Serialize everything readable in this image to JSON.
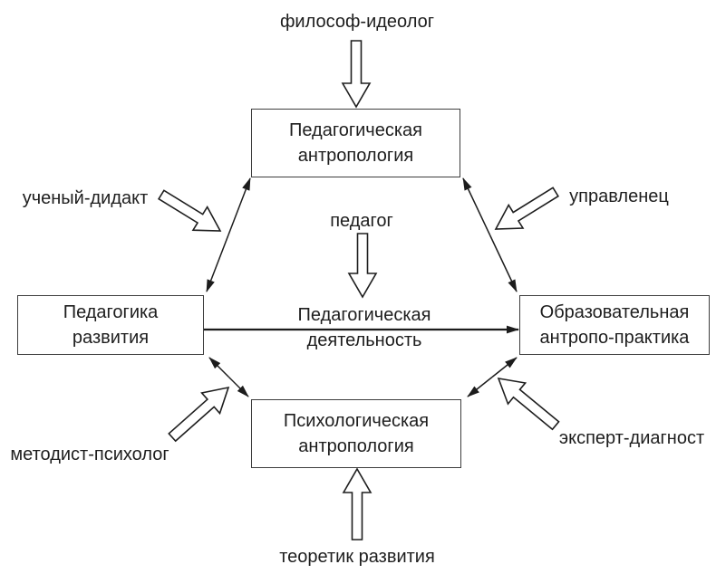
{
  "diagram": {
    "boxes": {
      "top": {
        "line1": "Педагогическая",
        "line2": "антропология"
      },
      "left": {
        "line1": "Педагогика",
        "line2": "развития"
      },
      "right": {
        "line1": "Образовательная",
        "line2": "антропо-практика"
      },
      "bottom": {
        "line1": "Психологическая",
        "line2": "антропология"
      }
    },
    "center_label": {
      "line1": "Педагогическая",
      "line2": "деятельность"
    },
    "role_labels": {
      "philosopher": "философ-идеолог",
      "didact": "ученый-дидакт",
      "manager": "управленец",
      "pedagogue": "педагог",
      "methodist": "методист-психолог",
      "expert": "эксперт-диагност",
      "theorist": "теоретик развития"
    },
    "colors": {
      "ink": "#1c1c1c",
      "box_border": "#3d3d3d",
      "background": "#ffffff"
    }
  }
}
